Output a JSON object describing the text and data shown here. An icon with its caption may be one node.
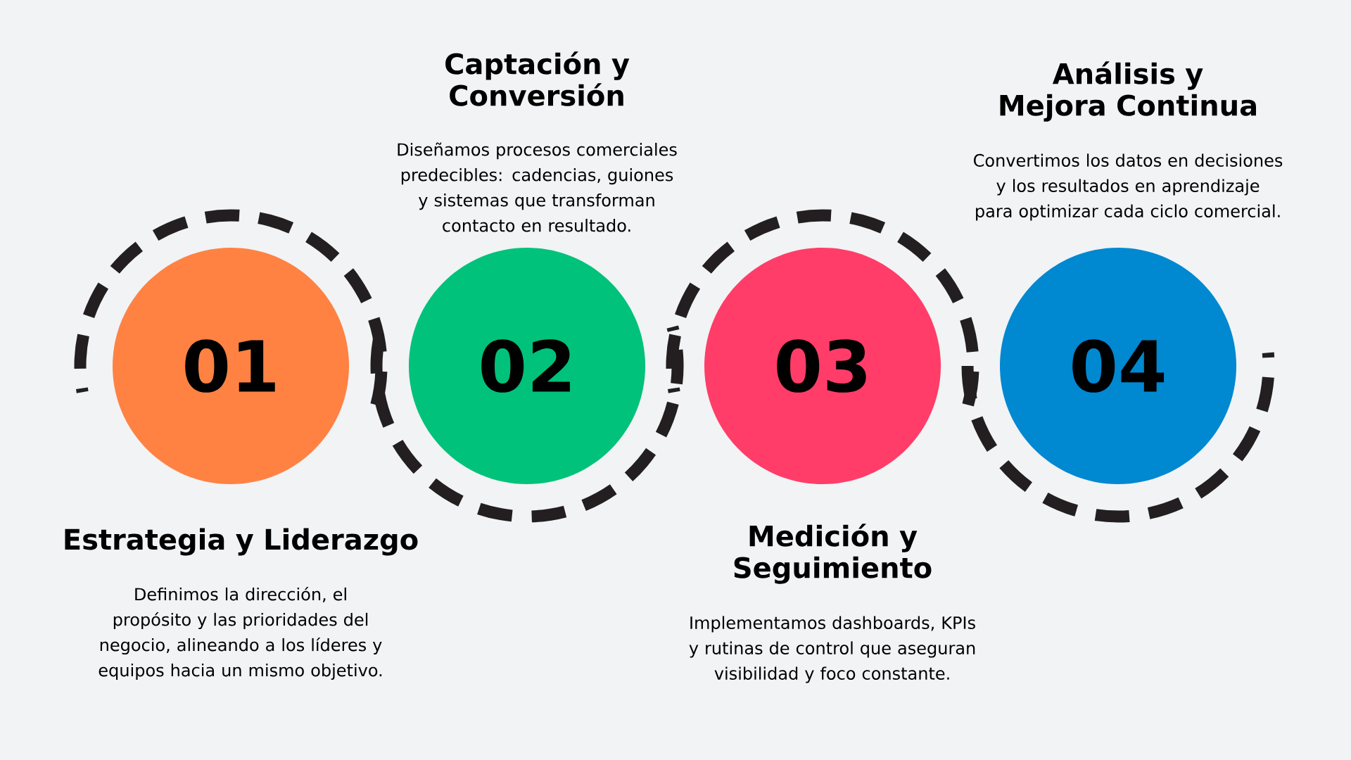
{
  "diagram": {
    "nodes": [
      {
        "text": [
          "01"
        ],
        "beside": [
          "Estrategia y Liderazgo",
          "Definimos la dirección, el propósito y las prioridades del negocio, alineando a los líderes y equipos hacia un mismo objetivo."
        ]
      },
      {
        "text": [
          "02"
        ],
        "beside": [
          "Captación y Conversión",
          "Diseñamos procesos comerciales predecibles: cadencias, guiones y sistemas que transforman contacto en resultado."
        ]
      },
      {
        "text": [
          "03"
        ],
        "beside": [
          "Medición y Seguimiento",
          "Implementamos dashboards, KPIs y rutinas de control que aseguran visibilidad y foco constante."
        ]
      },
      {
        "text": [
          "04"
        ],
        "beside": [
          "Análisis y Mejora Continua",
          "Convertimos los datos en decisiones y los resultados en aprendizaje para optimizar cada ciclo comercial."
        ]
      }
    ]
  }
}
